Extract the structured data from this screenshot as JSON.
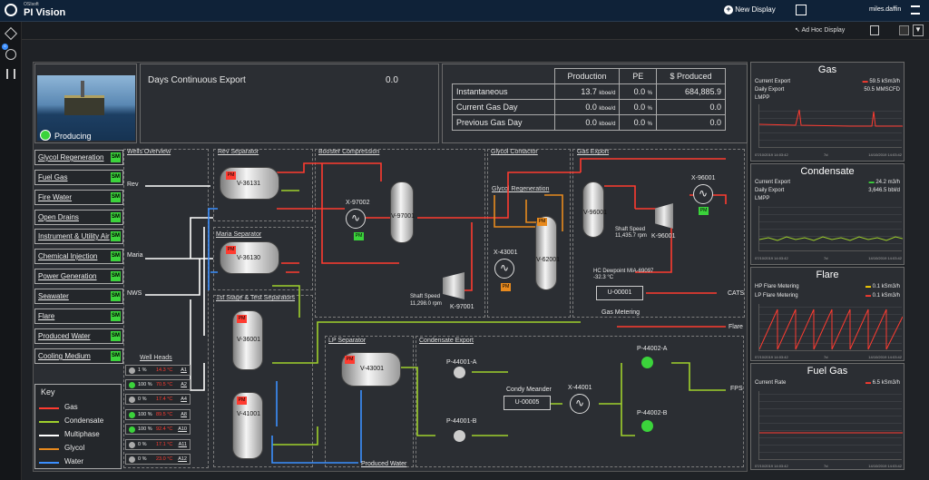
{
  "app": {
    "brand_small": "OSIsoft",
    "brand": "PI Vision",
    "new_display": "New Display",
    "user": "miles.daffin",
    "adhoc": "Ad Hoc Display"
  },
  "status": {
    "label": "Producing"
  },
  "summary": {
    "days_label": "Days Continuous Export",
    "days_value": "0.0",
    "headers": [
      "Production",
      "PE",
      "$ Produced"
    ],
    "rows": [
      {
        "label": "Instantaneous",
        "prod": "13.7",
        "unit": "kboe/d",
        "pe": "0.0",
        "pct": "%",
        "prod_usd": "684,885.9"
      },
      {
        "label": "Current Gas Day",
        "prod": "0.0",
        "unit": "kboe/d",
        "pe": "0.0",
        "pct": "%",
        "prod_usd": "0.0"
      },
      {
        "label": "Previous Gas Day",
        "prod": "0.0",
        "unit": "kboe/d",
        "pe": "0.0",
        "pct": "%",
        "prod_usd": "0.0"
      }
    ]
  },
  "systems": [
    {
      "label": "Glycol Regeneration",
      "badge": "SM"
    },
    {
      "label": "Fuel Gas",
      "badge": "SM"
    },
    {
      "label": "Fire Water",
      "badge": "SM"
    },
    {
      "label": "Open Drains",
      "badge": "SM"
    },
    {
      "label": "Instrument & Utility Air",
      "badge": "SM"
    },
    {
      "label": "Chemical Injection",
      "badge": "SM"
    },
    {
      "label": "Power Generation",
      "badge": "SM"
    },
    {
      "label": "Seawater",
      "badge": "SM"
    },
    {
      "label": "Flare",
      "badge": "SM"
    },
    {
      "label": "Produced Water",
      "badge": "SM"
    },
    {
      "label": "Cooling Medium",
      "badge": "SM"
    }
  ],
  "key": {
    "title": "Key",
    "items": [
      {
        "label": "Gas",
        "color": "#ff3b30"
      },
      {
        "label": "Condensate",
        "color": "#9fd02c"
      },
      {
        "label": "Multiphase",
        "color": "#ffffff"
      },
      {
        "label": "Glycol",
        "color": "#e88a1e"
      },
      {
        "label": "Water",
        "color": "#3b8fff"
      }
    ]
  },
  "sections": {
    "wells_overview": "Wells Overview",
    "rev_sep": "Rev Separator",
    "booster": "Booster Compression",
    "glycol_contactor": "Glycol Contactor",
    "gas_export": "Gas Export",
    "maria_sep": "Maria Separator",
    "first_stage": "1st Stage & Test Separators",
    "lp_sep": "LP Separator",
    "cond_export": "Condensate Export",
    "glycol_regen": "Glycol Regeneration",
    "well_heads": "Well Heads",
    "gas_metering": "Gas Metering"
  },
  "flows": {
    "rev": "Rev",
    "maria": "Maria",
    "nws": "NWS",
    "cats": "CATS",
    "flare": "Flare",
    "fps": "FPS",
    "produced_water": "Produced Water"
  },
  "vessels": {
    "v36131": "V-36131",
    "v36130": "V-36130",
    "v36001": "V-36001",
    "v41001": "V-41001",
    "v97001": "V-97001",
    "v62001": "V-62001",
    "v96001": "V-96001",
    "v43001": "V-43001"
  },
  "equipment": {
    "x97002": "X-97002",
    "x43001": "X-43001",
    "x96001": "X-96001",
    "k97001": "K-97001",
    "k96001": "K-96001",
    "u00001": "U-00001",
    "u00005": "U-00005",
    "x44001": "X-44001",
    "p44001a": "P-44001-A",
    "p44001b": "P-44001-B",
    "p44002a": "P-44002-A",
    "p44002b": "P-44002-B",
    "condy": "Condy Meander",
    "shaft1": "Shaft Speed",
    "shaft1v": "11,298.0 rpm",
    "shaft2": "Shaft Speed",
    "shaft2v": "11,435.7 rpm",
    "hcdew": "HC Dewpoint MIA-69097",
    "hcdewv": "-32.3 °C"
  },
  "wells": [
    {
      "pct": "1 %",
      "temp": "14.3 °C",
      "name": "A1",
      "on": false
    },
    {
      "pct": "100 %",
      "temp": "70.5 °C",
      "name": "A2",
      "on": true
    },
    {
      "pct": "0 %",
      "temp": "17.4 °C",
      "name": "A4",
      "on": false
    },
    {
      "pct": "100 %",
      "temp": "89.5 °C",
      "name": "A8",
      "on": true
    },
    {
      "pct": "100 %",
      "temp": "92.4 °C",
      "name": "A10",
      "on": true
    },
    {
      "pct": "0 %",
      "temp": "17.1 °C",
      "name": "A11",
      "on": false
    },
    {
      "pct": "0 %",
      "temp": "23.0 °C",
      "name": "A12",
      "on": false
    }
  ],
  "trends": {
    "gas": {
      "title": "Gas",
      "r1": "Current Export",
      "v1": "59.5 kSm3/h",
      "r2": "Daily Export",
      "v2": "50.5 MMSCFD",
      "r3": "LMPP",
      "t0": "07/10/2019 14:03:42",
      "t1": "7d",
      "t2": "14/10/2019 14:03:42"
    },
    "cond": {
      "title": "Condensate",
      "r1": "Current Export",
      "v1": "24.2 m3/h",
      "r2": "Daily Export",
      "v2": "3,646.5 bbl/d",
      "r3": "LMPP",
      "t0": "07/10/2019 14:03:42",
      "t1": "7d",
      "t2": "14/10/2019 14:03:42"
    },
    "flare": {
      "title": "Flare",
      "r1": "HP Flare Metering",
      "v1": "0.1 kSm3/h",
      "r2": "LP Flare Metering",
      "v2": "0.1 kSm3/h",
      "t0": "07/10/2019 14:03:42",
      "t1": "7d",
      "t2": "14/10/2019 14:03:42"
    },
    "fuel": {
      "title": "Fuel Gas",
      "r1": "Current Rate",
      "v1": "6.5 kSm3/h",
      "t0": "07/10/2019 14:03:42",
      "t1": "7d",
      "t2": "14/10/2019 14:03:42"
    }
  }
}
